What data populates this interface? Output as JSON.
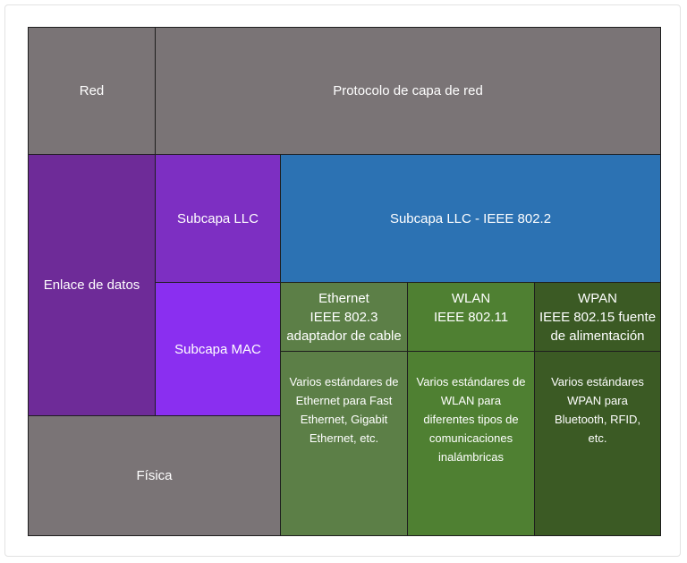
{
  "layers": {
    "red": "Red",
    "enlace": "Enlace de datos",
    "fisica": "Física"
  },
  "cells": {
    "protocolo_red": "Protocolo de capa de red",
    "subcapa_llc": "Subcapa LLC",
    "subcapa_mac": "Subcapa MAC",
    "llc_ieee": "Subcapa LLC - IEEE 802.2"
  },
  "standards": [
    {
      "header": "Ethernet\nIEEE 802.3\nadaptador de cable",
      "description": "Varios estándares de\nEthernet para Fast\nEthernet, Gigabit\nEthernet, etc."
    },
    {
      "header": "WLAN\nIEEE 802.11",
      "description": "Varios estándares de\nWLAN para\ndiferentes tipos de\ncomunicaciones\ninalámbricas"
    },
    {
      "header": "WPAN\nIEEE 802.15 fuente\nde alimentación",
      "description": "Varios estándares\nWPAN para\nBluetooth, RFID,\netc."
    }
  ],
  "colors": {
    "gray": "#7a7476",
    "enlace": "#6e2b98",
    "llc": "#7d2fc2",
    "mac": "#8a2ff0",
    "ieee802_2": "#2c72b3",
    "ethernet": "#5c7f47",
    "wlan": "#4f8032",
    "wpan": "#3b5a24"
  }
}
